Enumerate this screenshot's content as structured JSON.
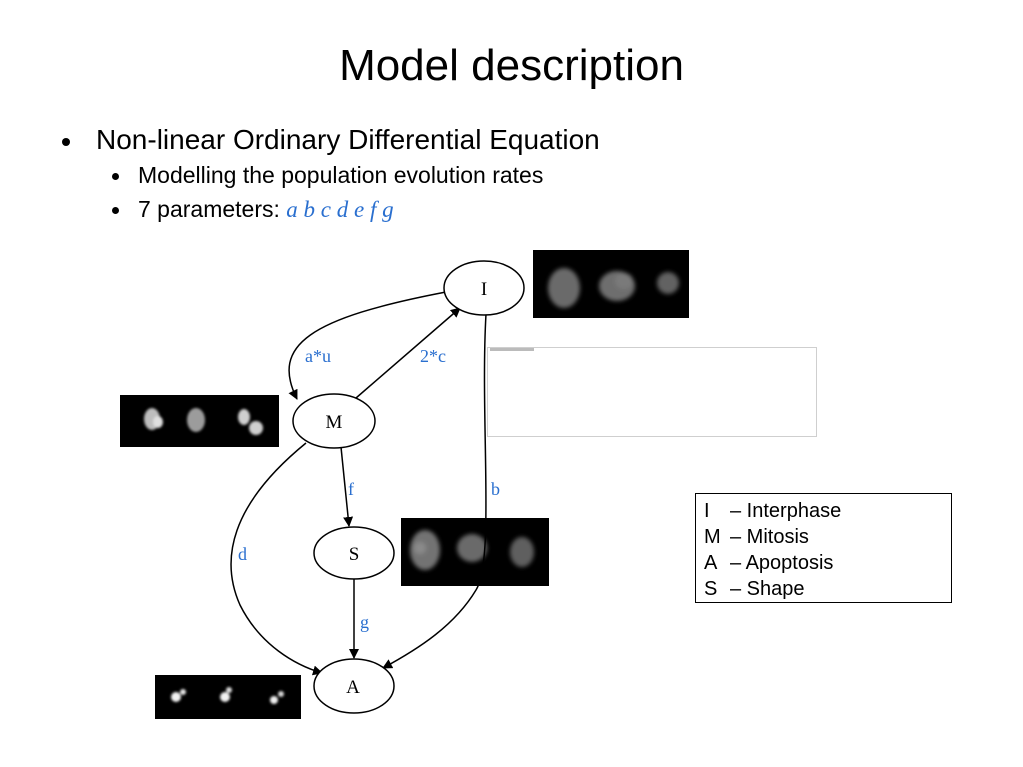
{
  "slide": {
    "title": "Model description",
    "bullets": {
      "main": "Non-linear Ordinary Differential Equation",
      "sub1": "Modelling the population evolution rates",
      "sub2_prefix": "7 parameters: ",
      "sub2_params": "a b c d e f g"
    }
  },
  "diagram": {
    "nodes": {
      "I": "I",
      "M": "M",
      "S": "S",
      "A": "A"
    },
    "edges": {
      "I_to_M": "a*u",
      "M_to_I": "2*c",
      "I_to_A": "b",
      "M_to_S": "f",
      "M_to_A": "d",
      "S_to_A": "g"
    },
    "colors": {
      "edge_label": "#2a6fcf",
      "node_stroke": "#000000",
      "image_background": "#000000"
    }
  },
  "legend": {
    "rows": [
      {
        "code": "I",
        "text": "– Interphase"
      },
      {
        "code": "M",
        "text": "– Mitosis"
      },
      {
        "code": "A",
        "text": "– Apoptosis"
      },
      {
        "code": "S",
        "text": "– Shape"
      }
    ]
  }
}
